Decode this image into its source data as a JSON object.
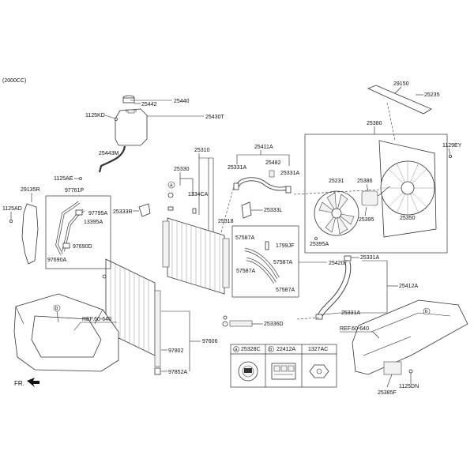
{
  "engine_label": "(2000CC)",
  "front_label": "FR.",
  "callouts": {
    "c25442": "25442",
    "c25440": "25440",
    "c25430T": "25430T",
    "c1125KD": "1125KD",
    "c25443M": "25443M",
    "c25310": "25310",
    "c25330": "25330",
    "c1334CA": "1334CA",
    "c25333R": "25333R",
    "c25318": "25318",
    "c25411A": "25411A",
    "c25331A_1": "25331A",
    "c25482": "25482",
    "c25331A_2": "25331A",
    "c25333L": "25333L",
    "c57587A_1": "57587A",
    "c1799JF": "1799JF",
    "c57587A_2": "57587A",
    "c57587A_3": "57587A",
    "c57587A_4": "57587A",
    "c25420E": "25420E",
    "c25336D": "25336D",
    "c97606": "97606",
    "c97802": "97802",
    "c97852A": "97852A",
    "c1125AE": "1125AE",
    "c97761P": "97761P",
    "c97795A": "97795A",
    "c13395A": "13395A",
    "c97690D": "97690D",
    "c97690A": "97690A",
    "c29135R": "29135R",
    "c1125AD": "1125AD",
    "c29150": "29150",
    "c25235": "25235",
    "c25380": "25380",
    "c1129EY": "1129EY",
    "c25231": "25231",
    "c25386": "25386",
    "c25395": "25395",
    "c25350": "25350",
    "c25395A": "25395A",
    "c25331A_3": "25331A",
    "c25412A": "25412A",
    "c25331A_4": "25331A",
    "c25385F": "25385F",
    "c1125DN": "1125DN"
  },
  "references": {
    "ref_left": "REF.60-640",
    "ref_right": "REF.60-640"
  },
  "bubbles": {
    "a": "a",
    "b": "b"
  },
  "legend": {
    "a_letter": "a",
    "a_part": "25328C",
    "b_letter": "b",
    "b_part": "22412A",
    "c_part": "1327AC"
  }
}
